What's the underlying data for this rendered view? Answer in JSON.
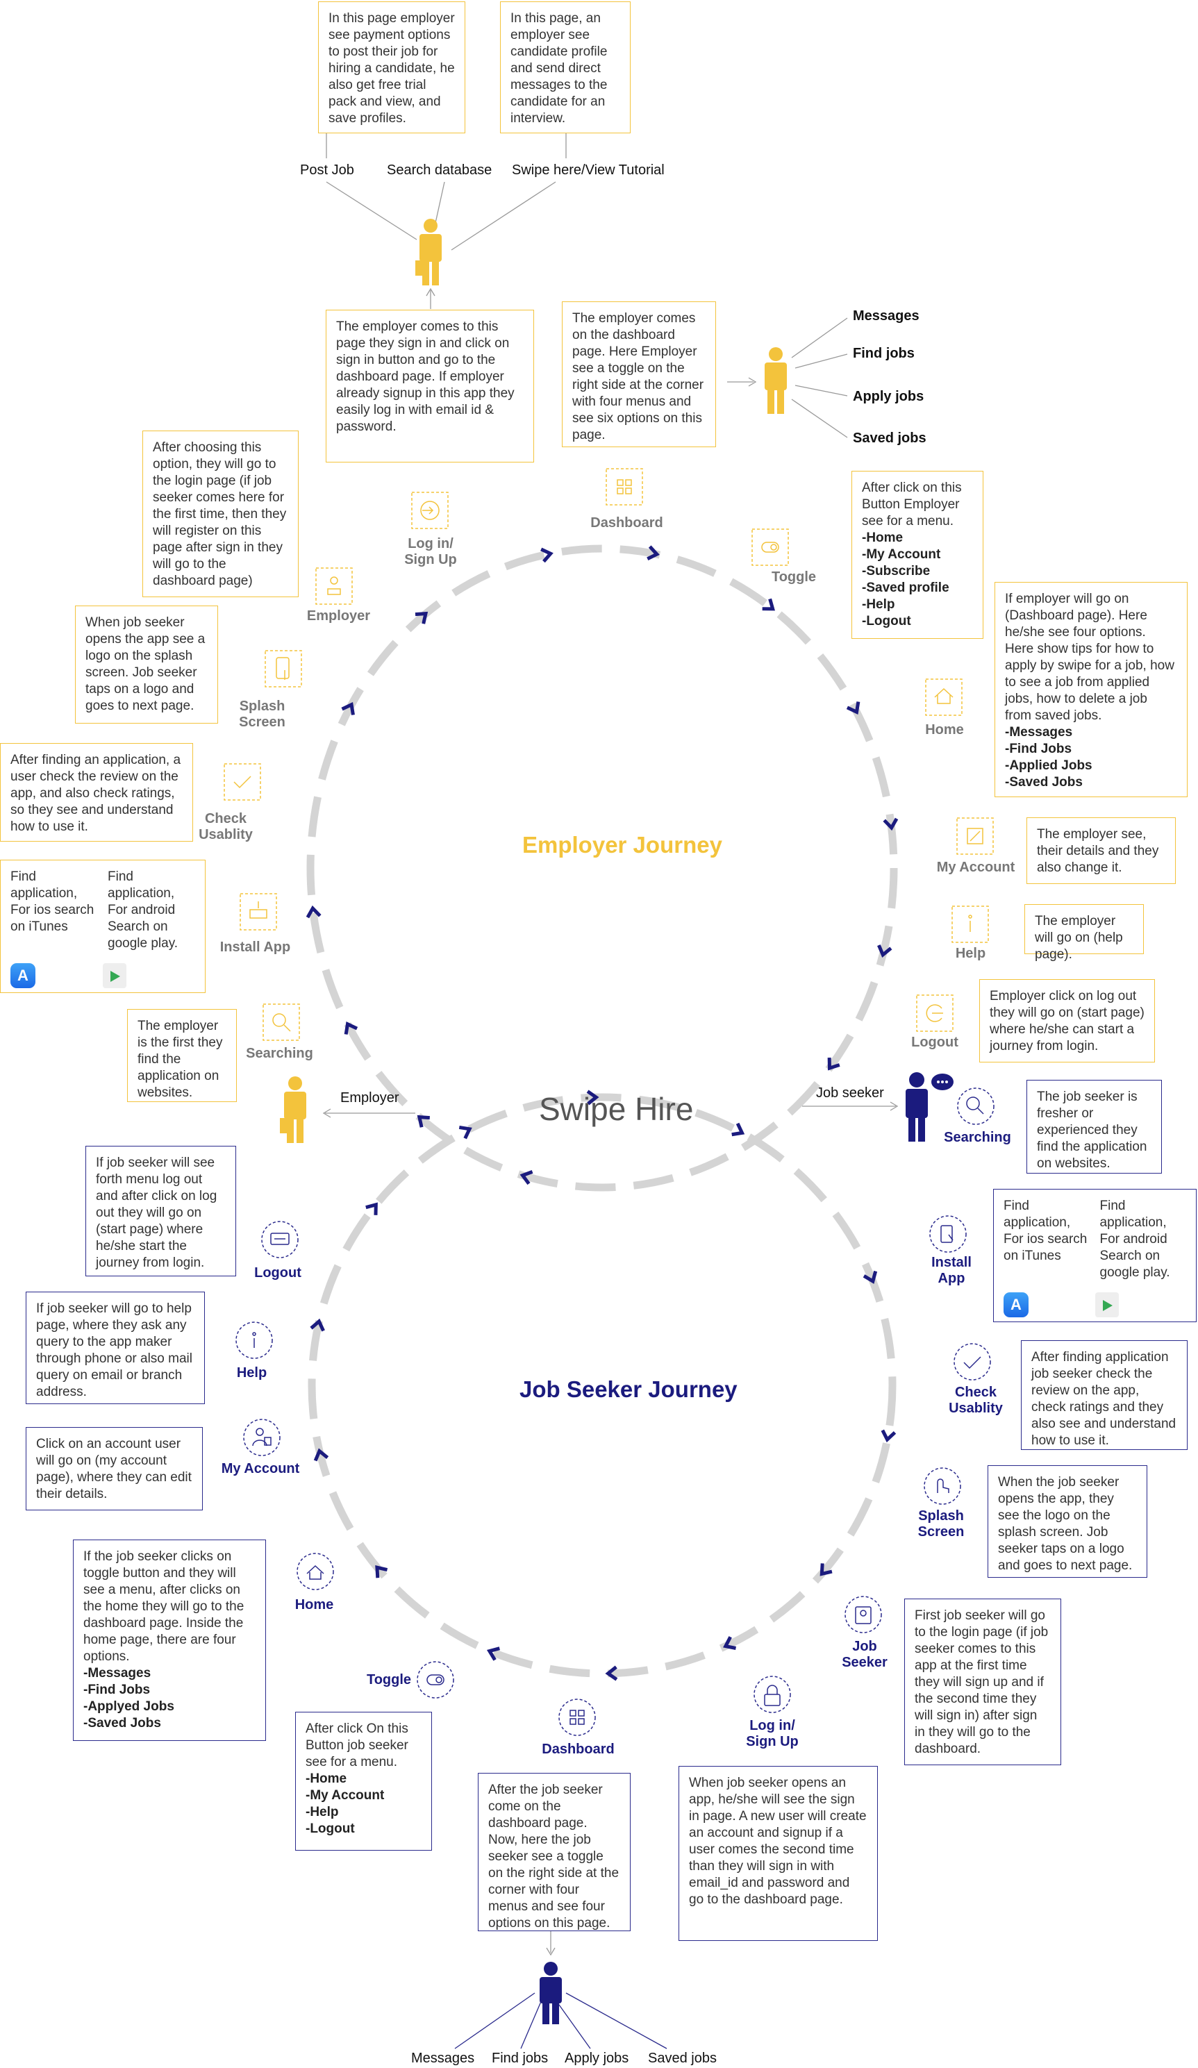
{
  "colors": {
    "employer": "#f3c33c",
    "seeker": "#1b1b7e",
    "ring": "#d4d4d4",
    "arrow": "#1b1b7e"
  },
  "title": "Swipe Hire",
  "employer_journey": {
    "title": "Employer Journey",
    "steps": [
      {
        "label": "Log in/\nSign Up",
        "icon": "login-icon"
      },
      {
        "label": "Dashboard",
        "icon": "dashboard-icon"
      },
      {
        "label": "Toggle",
        "icon": "toggle-icon"
      },
      {
        "label": "Home",
        "icon": "home-icon"
      },
      {
        "label": "My Account",
        "icon": "account-icon"
      },
      {
        "label": "Help",
        "icon": "info-icon"
      },
      {
        "label": "Logout",
        "icon": "logout-icon"
      },
      {
        "label": "Employer",
        "icon": "employer-icon"
      },
      {
        "label": "Splash\nScreen",
        "icon": "phone-tap-icon"
      },
      {
        "label": "Check\nUsablity",
        "icon": "check-icon"
      },
      {
        "label": "Install App",
        "icon": "install-icon"
      },
      {
        "label": "Searching",
        "icon": "search-icon"
      }
    ],
    "top_actions": [
      "Post Job",
      "Search database",
      "Swipe here/View Tutorial"
    ],
    "dashboard_menu": [
      "Messages",
      "Find jobs",
      "Apply jobs",
      "Saved jobs"
    ],
    "notes": {
      "post_job": "In this page employer see payment options to post their job for hiring a candidate, he also get free trial pack and view, and save profiles.",
      "search_db": "In this page, an employer see candidate profile and send direct messages to the candidate for an interview.",
      "signin": "The employer comes to this page they sign in and click on sign in button and go to the dashboard page. If employer already signup in this app they easily log in with email id & password.",
      "dashboard": "The employer comes on the dashboard page. Here Employer see a toggle on the right side at the corner with four menus and see six options on this page.",
      "login_choice": "After choosing this option, they will go to the login page (if job seeker comes here for the first time, then they will register on this page after sign in they will go to the dashboard page)",
      "toggle_intro": "After click on this Button Employer see for a menu.",
      "toggle_items": [
        "-Home",
        "-My Account",
        "-Subscribe",
        "-Saved profile",
        "-Help",
        "-Logout"
      ],
      "home_intro": "If employer will go on (Dashboard page). Here he/she see four options. Here show tips for how to apply by swipe for a job, how to see a job from applied jobs, how to delete a job from saved jobs.",
      "home_items": [
        "-Messages",
        "-Find Jobs",
        "-Applied  Jobs",
        "-Saved Jobs"
      ],
      "splash": "When job seeker opens the app see a logo on the splash screen. Job seeker taps on a logo and goes to next page.",
      "usability": "After finding an application, a user check the review on the app, and also check ratings, so they see and understand how to use it.",
      "install_ios": "Find application, For ios search on iTunes",
      "install_android": "Find application, For android Search on google play.",
      "account": "The employer see, their details and they also change it.",
      "help": "The employer will go on (help page).",
      "logout": "Employer click on log out they will go on (start page) where he/she can start a journey from login.",
      "searching": "The employer is the first they find the application on websites."
    },
    "persona_label": "Employer"
  },
  "seeker_journey": {
    "title": "Job Seeker Journey",
    "steps": [
      {
        "label": "Searching",
        "icon": "search-icon"
      },
      {
        "label": "Install\nApp",
        "icon": "install-icon"
      },
      {
        "label": "Check\nUsablity",
        "icon": "check-icon"
      },
      {
        "label": "Splash\nScreen",
        "icon": "phone-tap-icon"
      },
      {
        "label": "Job\nSeeker",
        "icon": "id-badge-icon"
      },
      {
        "label": "Log in/\nSign Up",
        "icon": "lock-icon"
      },
      {
        "label": "Dashboard",
        "icon": "dashboard-icon"
      },
      {
        "label": "Toggle",
        "icon": "toggle-icon"
      },
      {
        "label": "Home",
        "icon": "home-icon"
      },
      {
        "label": "My Account",
        "icon": "account-icon"
      },
      {
        "label": "Help",
        "icon": "info-icon"
      },
      {
        "label": "Logout",
        "icon": "logout-icon"
      }
    ],
    "dashboard_menu": [
      "Messages",
      "Find jobs",
      "Apply jobs",
      "Saved jobs"
    ],
    "notes": {
      "searching": "The job seeker is fresher or experienced they find the application on websites.",
      "install_ios": "Find application, For ios search on iTunes",
      "install_android": "Find application, For android Search on google play.",
      "usability": "After finding application job seeker check the review on the app, check ratings and they also see and understand how to use it.",
      "splash": "When the job seeker opens the app, they see the logo on the splash screen. Job seeker taps on a logo and goes to next page.",
      "job_seeker": "First job seeker will go to the login page (if job seeker comes to this app at the first time they will sign up and if the second time they will sign in) after sign in they will go to the dashboard.",
      "login": "When job seeker opens an app, he/she will see the sign in page. A new user will create an account and signup if a user comes the second time than they will sign in with email_id and password and go to the dashboard page.",
      "dashboard": "After the job seeker come on the dashboard page. Now, here the job seeker see a toggle on the right side at the corner with four menus and see four options on this page.",
      "toggle_intro": "After click On this Button job seeker see for a menu.",
      "toggle_items": [
        "-Home",
        "-My Account",
        "-Help",
        "-Logout"
      ],
      "home_intro": "If the job seeker clicks on toggle button and they will see a menu, after clicks on the home they will go to the dashboard page. Inside the home page, there are four options.",
      "home_items": [
        "-Messages",
        "-Find Jobs",
        "-Applyed  Jobs",
        "-Saved Jobs"
      ],
      "account": "Click on an account user will go on (my account page), where they can edit their details.",
      "help": "If job seeker will go to help page, where they ask any query to the app maker through phone or also mail query on email or branch address.",
      "logout": "If job seeker will see forth menu log out and after click on log out they will go on (start page) where he/she start the journey from login."
    },
    "persona_label": "Job seeker"
  },
  "store_badges": {
    "ios": "A"
  }
}
